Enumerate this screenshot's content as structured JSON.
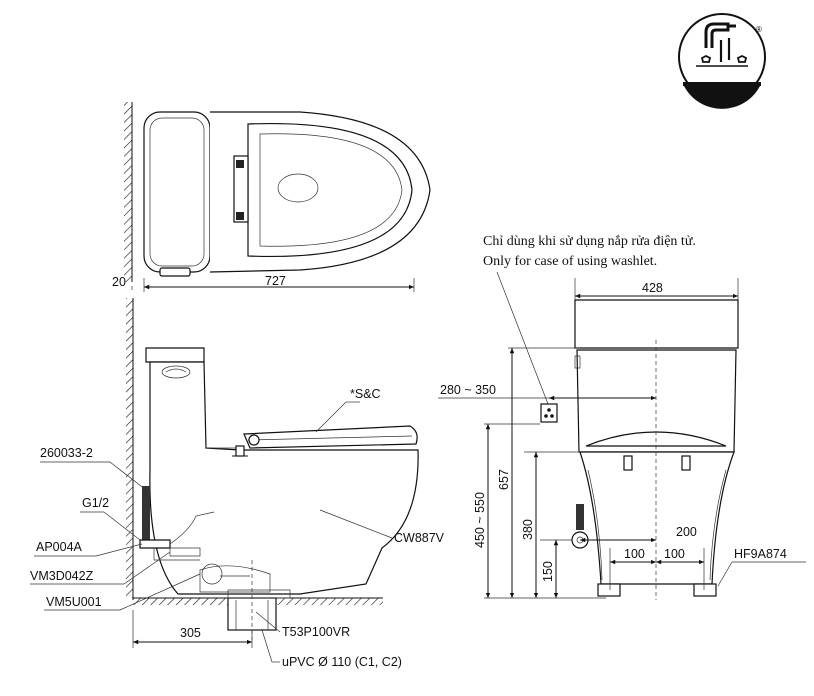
{
  "logo": {
    "name": "tap-and-taps-logo",
    "mark": "®"
  },
  "top_view": {
    "dim_wall_gap": "20",
    "dim_length": "727"
  },
  "side_view": {
    "callouts": {
      "seat_cover": "*S&C",
      "stop_valve_part": "260033-2",
      "inlet_thread": "G1/2",
      "angle_valve": "AP004A",
      "supply_hose": "VM3D042Z",
      "floor_flange": "VM5U001",
      "bowl_model": "CW887V",
      "waste_trap": "T53P100VR",
      "drain_pipe": "uPVC Ø 110 (C1, C2)"
    },
    "dim_rough_in": "305"
  },
  "front_view": {
    "note_vi": "Chỉ dùng khi sử dụng nắp rửa điện tử.",
    "note_en": "Only for case of using washlet.",
    "dim_width": "428",
    "dim_outlet_offset": "280 ~ 350",
    "dim_total_height": "657",
    "dim_outlet_height": "450 ~ 550",
    "dim_seat_height": "380",
    "dim_valve_height": "150",
    "dim_valve_spacing": "200",
    "dim_bolt_left": "100",
    "dim_bolt_right": "100",
    "bolt_kit": "HF9A874"
  }
}
